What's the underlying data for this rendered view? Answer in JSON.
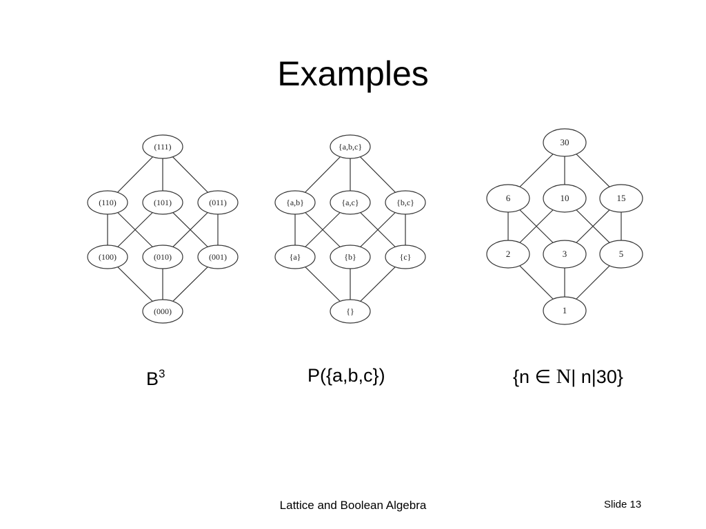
{
  "slide": {
    "title": "Examples",
    "footer": "Lattice and Boolean Algebra",
    "slide_number": "Slide 13"
  },
  "diagrams": [
    {
      "caption_base": "B",
      "caption_sup": "3",
      "nodes": [
        {
          "id": "top",
          "label": "(111)"
        },
        {
          "id": "l2a",
          "label": "(110)"
        },
        {
          "id": "l2b",
          "label": "(101)"
        },
        {
          "id": "l2c",
          "label": "(011)"
        },
        {
          "id": "l1a",
          "label": "(100)"
        },
        {
          "id": "l1b",
          "label": "(010)"
        },
        {
          "id": "l1c",
          "label": "(001)"
        },
        {
          "id": "bot",
          "label": "(000)"
        }
      ]
    },
    {
      "caption": "P({a,b,c})",
      "nodes": [
        {
          "id": "top",
          "label": "{a,b,c}"
        },
        {
          "id": "l2a",
          "label": "{a,b}"
        },
        {
          "id": "l2b",
          "label": "{a,c}"
        },
        {
          "id": "l2c",
          "label": "{b,c}"
        },
        {
          "id": "l1a",
          "label": "{a}"
        },
        {
          "id": "l1b",
          "label": "{b}"
        },
        {
          "id": "l1c",
          "label": "{c}"
        },
        {
          "id": "bot",
          "label": "{}"
        }
      ]
    },
    {
      "caption_pre": "{n ",
      "caption_elem": "∈",
      "caption_set": "N",
      "caption_post": "| n|30}",
      "nodes": [
        {
          "id": "top",
          "label": "30"
        },
        {
          "id": "l2a",
          "label": "6"
        },
        {
          "id": "l2b",
          "label": "10"
        },
        {
          "id": "l2c",
          "label": "15"
        },
        {
          "id": "l1a",
          "label": "2"
        },
        {
          "id": "l1b",
          "label": "3"
        },
        {
          "id": "l1c",
          "label": "5"
        },
        {
          "id": "bot",
          "label": "1"
        }
      ]
    }
  ],
  "edges": [
    [
      "top",
      "l2a"
    ],
    [
      "top",
      "l2b"
    ],
    [
      "top",
      "l2c"
    ],
    [
      "l2a",
      "l1a"
    ],
    [
      "l2a",
      "l1b"
    ],
    [
      "l2b",
      "l1a"
    ],
    [
      "l2b",
      "l1c"
    ],
    [
      "l2c",
      "l1b"
    ],
    [
      "l2c",
      "l1c"
    ],
    [
      "l1a",
      "bot"
    ],
    [
      "l1b",
      "bot"
    ],
    [
      "l1c",
      "bot"
    ]
  ]
}
